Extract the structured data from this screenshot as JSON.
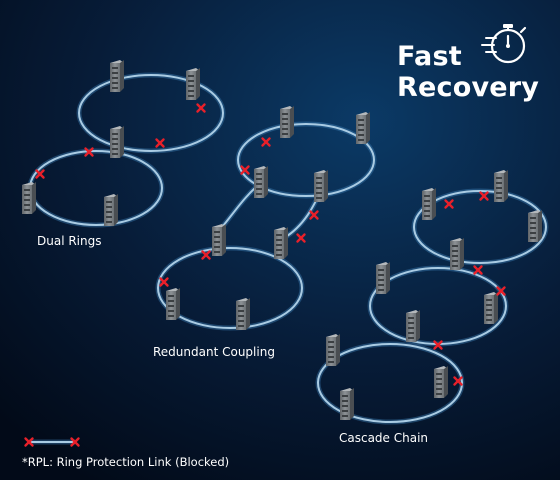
{
  "title": {
    "line1": "Fast",
    "line2": "Recovery"
  },
  "title_icon": "stopwatch-icon",
  "diagrams": {
    "dual_rings": "Dual Rings",
    "redundant_coupling": "Redundant Coupling",
    "cascade_chain": "Cascade Chain"
  },
  "device_icon": "industrial-switch-icon",
  "blocked_marker_icon": "red-x-icon",
  "legend": {
    "text": "*RPL: Ring Protection Link (Blocked)"
  },
  "colors": {
    "background_top": "#0b3a66",
    "background_bottom": "#020a18",
    "ring": "#a9cbe3",
    "ring_glow": "#3a79b0",
    "blocked": "#e8202a",
    "text": "#ffffff"
  }
}
